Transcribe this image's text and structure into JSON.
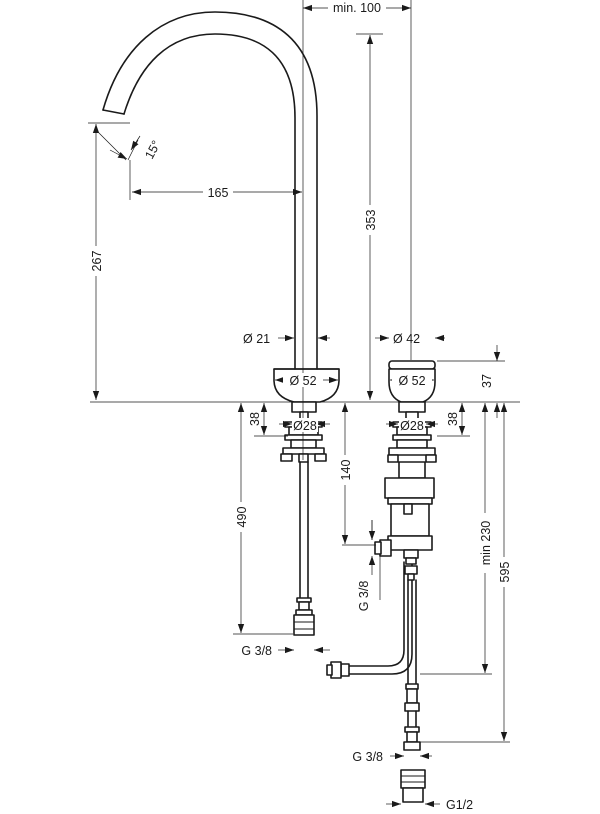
{
  "dimensions": {
    "min_100": "min. 100",
    "d15": "15°",
    "d165": "165",
    "d353": "353",
    "d267": "267",
    "dia21": "Ø 21",
    "dia42": "Ø 42",
    "dia52_left": "Ø 52",
    "dia52_right": "Ø 52",
    "d37": "37",
    "d38_left": "38",
    "d38_right": "38",
    "dia28_left": "Ø28",
    "dia28_right": "Ø28",
    "d140": "140",
    "d490": "490",
    "min230": "min 230",
    "d595": "595",
    "g38_left": "G 3/8",
    "g38_vertical": "G 3/8",
    "g38_bottom": "G 3/8",
    "g12": "G1/2"
  },
  "colors": {
    "line": "#1a1a1a",
    "background": "#ffffff"
  }
}
